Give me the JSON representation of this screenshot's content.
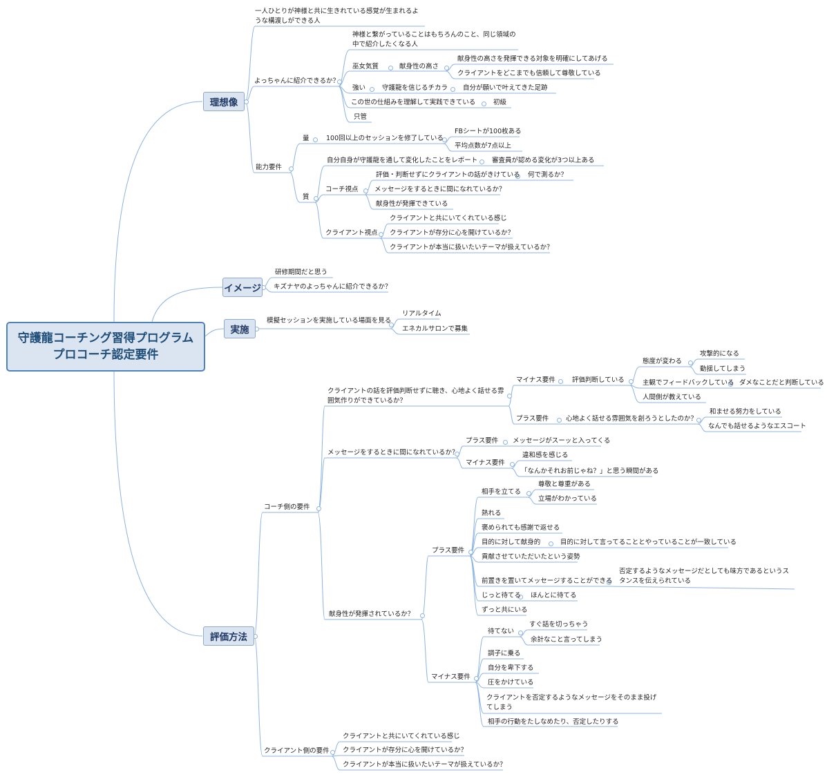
{
  "central": {
    "line1": "守護龍コーチング習得プログラム",
    "line2": "プロコーチ認定要件"
  },
  "main": {
    "ideal": "理想像",
    "image": "イメージ",
    "practice": "実施",
    "evaluation": "評価方法"
  },
  "ideal": {
    "a1": "一人ひとりが神様と共に生きれている感覚が生まれるような構渡しができる人",
    "introduce": "よっちゃんに紹介できるか？",
    "connected": "神様と繋がっていることはもちろんのこと、同じ領域の中で紹介したくなる人",
    "miko": "巫女気質",
    "devotion_height": "献身性の高さ",
    "devotion_target": "献身性の高さを発揮できる対象を明確にしてあげる",
    "respect_client": "クライアントをどこまでも信頼して尊敬している",
    "strong": "強い",
    "power": "守護龍を信じるチカラ",
    "footprints": "自分が願いで叶えてきた足跡",
    "world": "この世の仕組みを理解して実践できている",
    "beginner": "初級",
    "shikan": "只管",
    "ability": "能力要件",
    "quantity": "量",
    "sessions": "100回以上のセッションを修了している",
    "fb": "FBシートが100枚ある",
    "avg": "平均点数が7点以上",
    "quality": "質",
    "report": "自分自身が守護龍を通して変化したことをレポート",
    "examiner": "審査員が認める変化が3つ以上ある",
    "coach_view": "コーチ視点",
    "eval_free": "評価・判断せずにクライアントの話がきけている",
    "how_measure": "何で測るか？",
    "empty_msg": "メッセージをするときに間になれているか？",
    "devotion_shown": "献身性が発揮できている",
    "client_view": "クライアント視点",
    "cv1": "クライアントと共にいてくれている感じ",
    "cv2": "クライアントが存分に心を開けているか？",
    "cv3": "クライアントが本当に扱いたいテーマが扱えているか？"
  },
  "image": {
    "i1": "研修期間だと思う",
    "i2": "キズナヤのよっちゃんに紹介できるか？"
  },
  "practice": {
    "scene": "模擬セッションを実施している場面を見る",
    "realtime": "リアルタイム",
    "salon": "エネカルサロンで募集"
  },
  "evaluation": {
    "coach_req": "コーチ側の要件",
    "atmosphere": "クライアントの話を評価判断せずに聴き、心地よく話せる雰囲気作りができているか？",
    "minus": "マイナス要件",
    "judging": "評価判断している",
    "attitude": "態度が変わる",
    "aggressive": "攻撃的になる",
    "upset": "動揺してしまう",
    "subjective": "主観でフィードバックしている",
    "bad_judge": "ダメなことだと判断している",
    "human_teach": "人間側が教えている",
    "plus": "プラス要件",
    "comfortable": "心地よく話せる雰囲気を創ろうとしたのか？",
    "soften": "和ませる努力をしている",
    "escort": "なんでも話せるようなエスコート",
    "msg_empty": "メッセージをするときに間になれているか？",
    "msg_plus": "プラス要件",
    "msg_smooth": "メッセージがスーッと入ってくる",
    "msg_minus": "マイナス要件",
    "discomfort": "違和感を感じる",
    "nanka": "「なんかそれお前じゃね？」と思う瞬間がある",
    "devotion_q": "献身性が発揮されているか？",
    "dev_plus": "プラス要件",
    "respect_other": "相手を立てる",
    "respect_love": "尊敬と尊重がある",
    "position": "立場がわかっている",
    "passion": "熱れる",
    "thanks": "褒められても感謝で返せる",
    "devoted": "目的に対して献身的",
    "consistent": "目的に対して言ってることとやっていることが一致している",
    "contribute": "貢献させていただいたという姿勢",
    "preface": "前置きを置いてメッセージすることができる",
    "stance": "否定するようなメッセージだとしても味方であるというスタンスを伝えられている",
    "wait": "じっと待てる",
    "really_wait": "ほんとに待てる",
    "together": "ずっと共にいる",
    "dev_minus": "マイナス要件",
    "cant_wait": "待てない",
    "cut_off": "すぐ話を切っちゃう",
    "extra": "余計なこと言ってしまう",
    "carried": "調子に乗る",
    "self_down": "自分を卑下する",
    "pressure": "圧をかけている",
    "throw": "クライアントを否定するようなメッセージをそのまま投げてしまう",
    "reprimand": "相手の行動をたしなめたり、否定したりする",
    "client_req": "クライアント側の要件",
    "cr1": "クライアントと共にいてくれている感じ",
    "cr2": "クライアントが存分に心を開けているか？",
    "cr3": "クライアントが本当に扱いたいテーマが扱えているか？"
  }
}
